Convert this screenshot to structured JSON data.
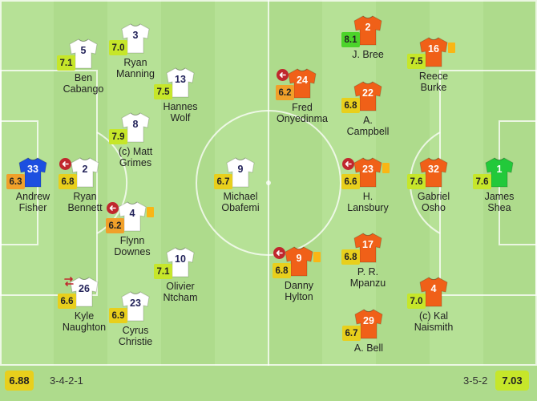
{
  "colors": {
    "home_shirt": "#ffffff",
    "home_number": "#23235a",
    "home_gk_shirt": "#1c4fe0",
    "away_shirt": "#f06018",
    "away_gk_shirt": "#22c93a",
    "rating_high": "#c6e62a",
    "rating_mid": "#e8cf1c",
    "rating_low": "#f0a02a",
    "rating_top": "#4cd42a",
    "card": "#f9b615",
    "sub_red": "#c0272d"
  },
  "home": {
    "team_rating": "6.88",
    "formation": "3-4-2-1",
    "players": [
      {
        "number": "33",
        "name_line1": "Andrew",
        "name_line2": "Fisher",
        "rating": "6.3",
        "keeper": true
      },
      {
        "number": "5",
        "name_line1": "Ben",
        "name_line2": "Cabango",
        "rating": "7.1"
      },
      {
        "number": "2",
        "name_line1": "Ryan",
        "name_line2": "Bennett",
        "rating": "6.8",
        "sub_out": true
      },
      {
        "number": "26",
        "name_line1": "Kyle",
        "name_line2": "Naughton",
        "rating": "6.6",
        "sub_in": true
      },
      {
        "number": "3",
        "name_line1": "Ryan",
        "name_line2": "Manning",
        "rating": "7.0"
      },
      {
        "number": "8",
        "name_line1": "(c) Matt",
        "name_line2": "Grimes",
        "rating": "7.9"
      },
      {
        "number": "4",
        "name_line1": "Flynn",
        "name_line2": "Downes",
        "rating": "6.2",
        "sub_out": true,
        "yellow_card": true
      },
      {
        "number": "23",
        "name_line1": "Cyrus",
        "name_line2": "Christie",
        "rating": "6.9"
      },
      {
        "number": "13",
        "name_line1": "Hannes",
        "name_line2": "Wolf",
        "rating": "7.5"
      },
      {
        "number": "10",
        "name_line1": "Olivier",
        "name_line2": "Ntcham",
        "rating": "7.1"
      },
      {
        "number": "9",
        "name_line1": "Michael",
        "name_line2": "Obafemi",
        "rating": "6.7"
      }
    ]
  },
  "away": {
    "team_rating": "7.03",
    "formation": "3-5-2",
    "players": [
      {
        "number": "24",
        "name_line1": "Fred",
        "name_line2": "Onyedinma",
        "rating": "6.2",
        "sub_out": true
      },
      {
        "number": "9",
        "name_line1": "Danny",
        "name_line2": "Hylton",
        "rating": "6.8",
        "sub_out": true,
        "yellow_card": true
      },
      {
        "number": "2",
        "name_line1": "J. Bree",
        "name_line2": "",
        "rating": "8.1"
      },
      {
        "number": "22",
        "name_line1": "A.",
        "name_line2": "Campbell",
        "rating": "6.8"
      },
      {
        "number": "23",
        "name_line1": "H.",
        "name_line2": "Lansbury",
        "rating": "6.6",
        "sub_out": true,
        "yellow_card": true
      },
      {
        "number": "17",
        "name_line1": "P. R.",
        "name_line2": "Mpanzu",
        "rating": "6.8"
      },
      {
        "number": "29",
        "name_line1": "A. Bell",
        "name_line2": "",
        "rating": "6.7"
      },
      {
        "number": "16",
        "name_line1": "Reece",
        "name_line2": "Burke",
        "rating": "7.5",
        "yellow_card": true
      },
      {
        "number": "32",
        "name_line1": "Gabriel",
        "name_line2": "Osho",
        "rating": "7.6"
      },
      {
        "number": "4",
        "name_line1": "(c) Kal",
        "name_line2": "Naismith",
        "rating": "7.0"
      },
      {
        "number": "1",
        "name_line1": "James",
        "name_line2": "Shea",
        "rating": "7.6",
        "keeper": true
      }
    ]
  }
}
